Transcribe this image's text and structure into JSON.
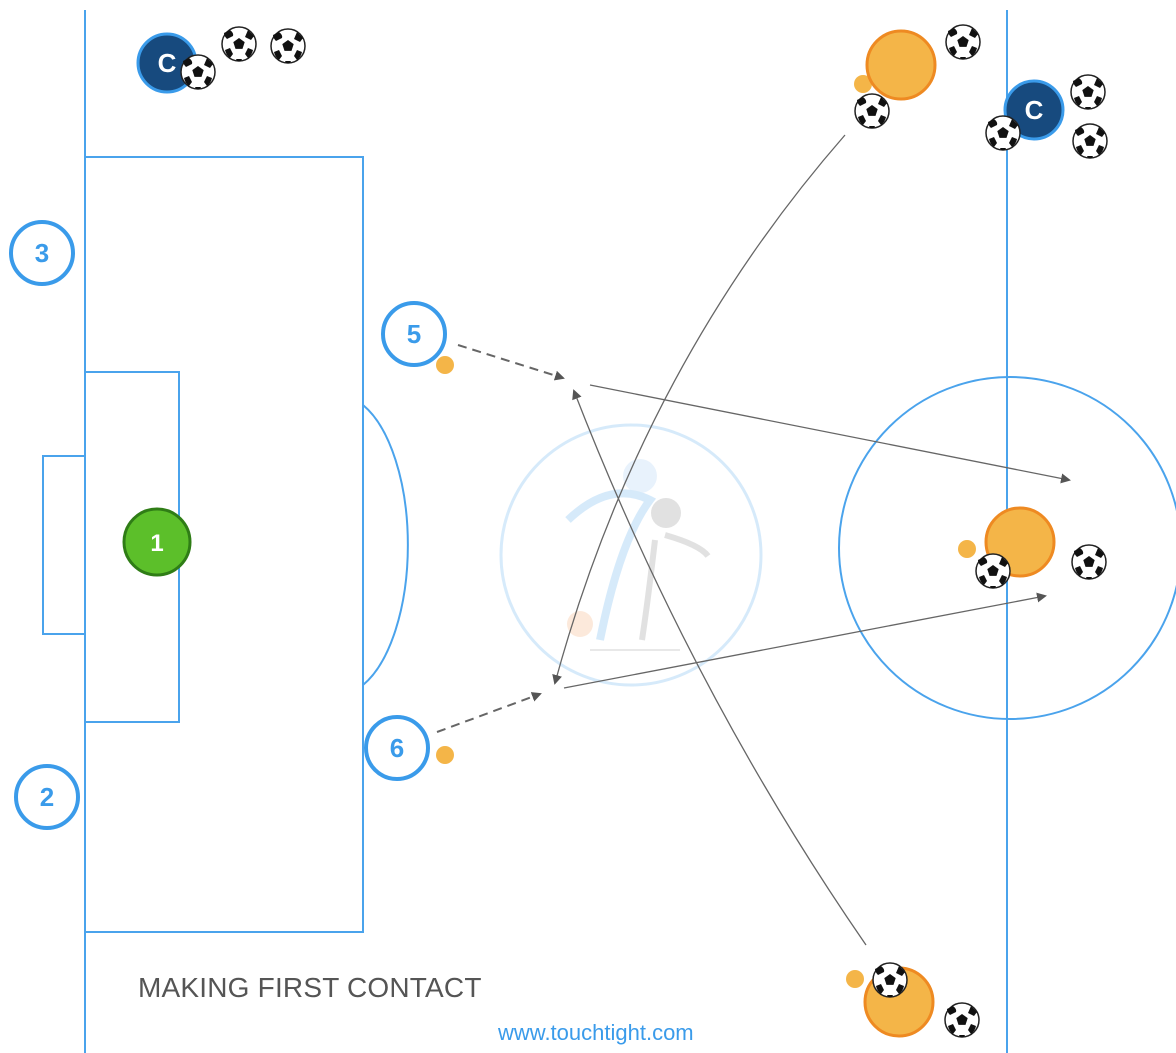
{
  "title": "MAKING FIRST CONTACT",
  "website": "www.touchtight.com",
  "colors": {
    "pitch_line": "#4aa3ec",
    "player_outline": "#3a9bea",
    "keeper_fill": "#5cbf2a",
    "opponent_fill": "#f4b548",
    "coach_fill": "#174a7e",
    "arrow": "#666666",
    "small_cone": "#f4b548"
  },
  "players": {
    "keeper": "1",
    "defender_top": "3",
    "defender_bottom": "2",
    "midfielder_top": "5",
    "midfielder_bottom": "6"
  },
  "coaches": {
    "top_left": "C",
    "top_right": "C"
  },
  "icons": [
    "soccer-ball-icon",
    "coach-icon",
    "cone-icon",
    "touchtight-logo"
  ]
}
